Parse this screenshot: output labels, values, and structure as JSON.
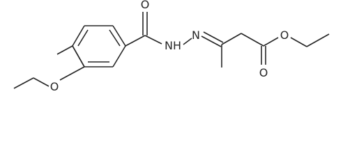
{
  "molecule": {
    "atoms": {
      "oxygen_amide": "O",
      "nitrogen_h": "N",
      "hydrogen_h": "H",
      "nitrogen_imine": "N",
      "oxygen_ester_carbonyl": "O",
      "oxygen_ester": "O",
      "oxygen_ether": "O"
    }
  },
  "colors": {
    "bond": "#262626",
    "label": "#262626",
    "background": "#ffffff"
  }
}
